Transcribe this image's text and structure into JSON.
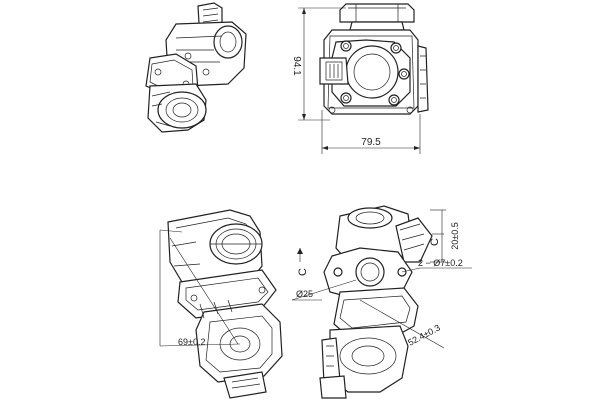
{
  "dimensions": {
    "height_top": "94.1",
    "width_top": "79.5",
    "center_distance": "69±0.2",
    "bolt_circle": "52.4±0.3",
    "hole_spec": "2 − Ø7±0.2",
    "flange_bore": "Ø25",
    "hose_dia": "20±0.5",
    "view_c_left": "C",
    "view_c_right": "C"
  }
}
